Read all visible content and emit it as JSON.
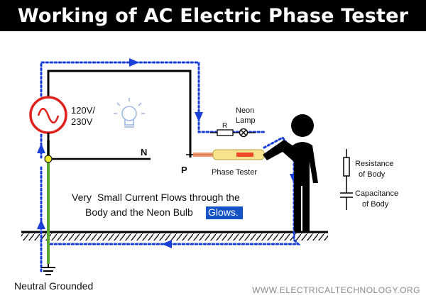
{
  "title": "Working of AC Electric Phase Tester",
  "source": {
    "voltage_line1": "120V/",
    "voltage_line2": "230V"
  },
  "terminals": {
    "neutral": "N",
    "phase": "P"
  },
  "tester": {
    "resistor_label": "R",
    "lamp_label_line1": "Neon",
    "lamp_label_line2": "Lamp",
    "name": "Phase Tester"
  },
  "body_model": {
    "resistance_line1": "Resistance",
    "resistance_line2": "of Body",
    "capacitance_line1": "Capacitance",
    "capacitance_line2": "of Body"
  },
  "caption": {
    "very": "Very",
    "line1": "Small Current Flows through the",
    "line2": "Body and the Neon Bulb",
    "highlight": "Glows."
  },
  "ground_label": "Neutral Grounded",
  "watermark": "WWW.ELECTRICALTECHNOLOGY.ORG",
  "colors": {
    "current_path": "#1a3fd6",
    "source_ring": "#e0201a",
    "ground_wire": "#5aa832",
    "highlight": "#1552c8",
    "bulb": "#9fb8e6"
  }
}
